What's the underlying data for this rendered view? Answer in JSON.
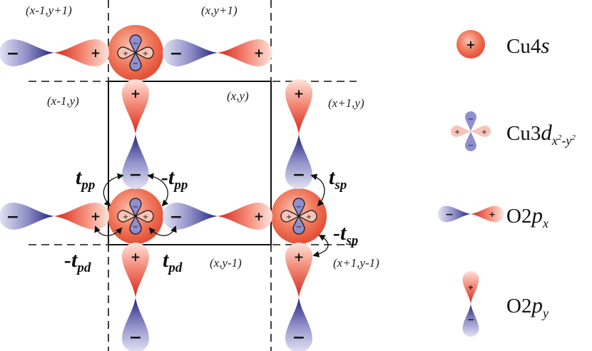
{
  "cell_labels": {
    "x_minus1_y_plus1": "(x-1,y+1)",
    "x_y_plus1": "(x,y+1)",
    "x_minus1_y": "(x-1,y)",
    "x_y": "(x,y)",
    "x_plus1_y": "(x+1,y)",
    "x_y_minus1": "(x,y-1)",
    "x_plus1_y_minus1": "(x+1,y-1)"
  },
  "hopping": {
    "t_pp": {
      "prefix": "",
      "main": "t",
      "sub": "pp"
    },
    "neg_t_pp": {
      "prefix": "-",
      "main": "t",
      "sub": "pp"
    },
    "t_sp": {
      "prefix": "",
      "main": "t",
      "sub": "sp"
    },
    "neg_t_sp": {
      "prefix": "-",
      "main": "t",
      "sub": "sp"
    },
    "neg_t_pd": {
      "prefix": "-",
      "main": "t",
      "sub": "pd"
    },
    "t_pd": {
      "prefix": "",
      "main": "t",
      "sub": "pd"
    }
  },
  "legend": {
    "cu4s": {
      "main": "Cu4",
      "italic": "s"
    },
    "cu3d": {
      "main": "Cu3",
      "italic": "d",
      "sub_a": "x",
      "sup_a": "2",
      "dash": "-",
      "sub_b": "y",
      "sup_b": "2"
    },
    "o2px": {
      "main": "O2",
      "italic": "p",
      "sub": "x"
    },
    "o2py": {
      "main": "O2",
      "italic": "p",
      "sub": "y"
    }
  },
  "signs": {
    "plus": "+",
    "minus": "−"
  },
  "colors": {
    "red_lobe": "#e8493a",
    "red_light": "#fbd6cb",
    "blue_lobe": "#3a3a9a",
    "blue_light": "#d9d9ef",
    "cu_sphere": "#ef6a4e",
    "line": "#111111"
  }
}
